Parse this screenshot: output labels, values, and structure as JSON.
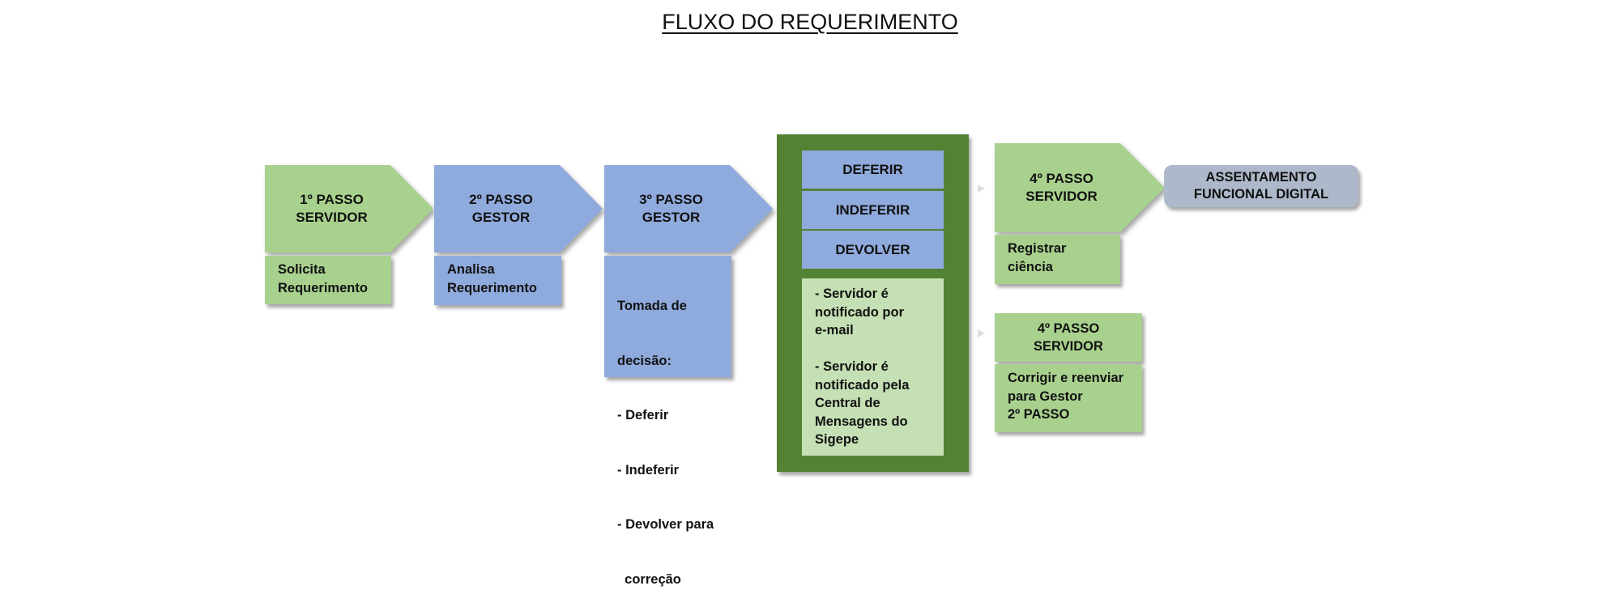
{
  "title": "FLUXO DO REQUERIMENTO",
  "colors": {
    "servidor_green": "#a9d18e",
    "gestor_blue": "#8faadc",
    "decision_panel_dark_green": "#548235",
    "notification_light_green": "#c5e0b4",
    "final_gray": "#adb9ca",
    "connector_white": "#ffffff"
  },
  "steps": [
    {
      "label_line1": "1º PASSO",
      "label_line2": "SERVIDOR",
      "description": [
        "Solicita",
        "Requerimento"
      ]
    },
    {
      "label_line1": "2º PASSO",
      "label_line2": "GESTOR",
      "description": [
        "Analisa",
        "Requerimento"
      ]
    },
    {
      "label_line1": "3º PASSO",
      "label_line2": "GESTOR",
      "description": [
        "Tomada de",
        "decisão:",
        "- Deferir",
        "- Indeferir",
        "- Devolver para",
        "  correção"
      ]
    }
  ],
  "decision": {
    "options": [
      "DEFERIR",
      "INDEFERIR",
      "DEVOLVER"
    ],
    "notification": [
      "- Servidor é",
      "notificado por",
      "e-mail",
      "",
      "- Servidor é",
      "notificado pela",
      "Central de",
      "Mensagens do",
      "Sigepe"
    ]
  },
  "step4_ciencia": {
    "label_line1": "4º PASSO",
    "label_line2": "SERVIDOR",
    "description": [
      "Registrar",
      "ciência"
    ]
  },
  "final": {
    "line1": "ASSENTAMENTO",
    "line2": "FUNCIONAL DIGITAL"
  },
  "step4_correcao": {
    "label_line1": "4º PASSO",
    "label_line2": "SERVIDOR",
    "description": [
      "Corrigir e reenviar",
      "para Gestor",
      "2º PASSO"
    ]
  }
}
